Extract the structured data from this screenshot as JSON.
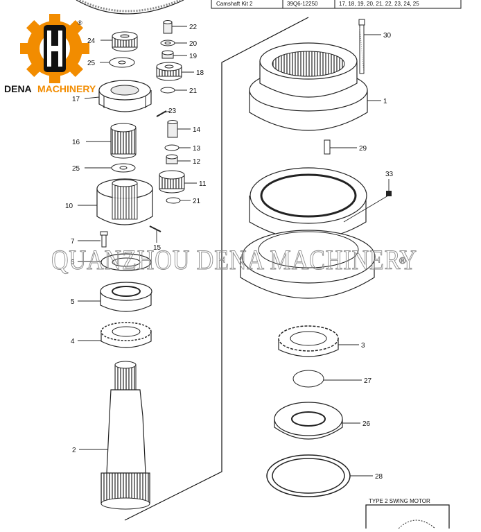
{
  "table": {
    "col1": "Camshaft Kit 2",
    "col2": "39Q6-12250",
    "col3": "17, 18, 19, 20, 21, 22, 23, 24, 25"
  },
  "logo": {
    "brand": "DENA",
    "word2": "MACHINERY",
    "registered": "®",
    "accent_color": "#f28c00",
    "dark_color": "#111111"
  },
  "watermark": {
    "text": "QUANZHOU  DENA  MACHINERY",
    "registered": "®"
  },
  "caption": {
    "text": "TYPE 2 SWING MOTOR"
  },
  "callouts": {
    "c1": "1",
    "c2": "2",
    "c3": "3",
    "c4": "4",
    "c5": "5",
    "c6": "6",
    "c7": "7",
    "c10": "10",
    "c11": "11",
    "c12": "12",
    "c13": "13",
    "c14": "14",
    "c15": "15",
    "c16": "16",
    "c17": "17",
    "c18": "18",
    "c19": "19",
    "c20": "20",
    "c21a": "21",
    "c21b": "21",
    "c22": "22",
    "c23": "23",
    "c24": "24",
    "c25a": "25",
    "c25b": "25",
    "c26": "26",
    "c27": "27",
    "c28": "28",
    "c29": "29",
    "c30": "30",
    "c33": "33"
  }
}
